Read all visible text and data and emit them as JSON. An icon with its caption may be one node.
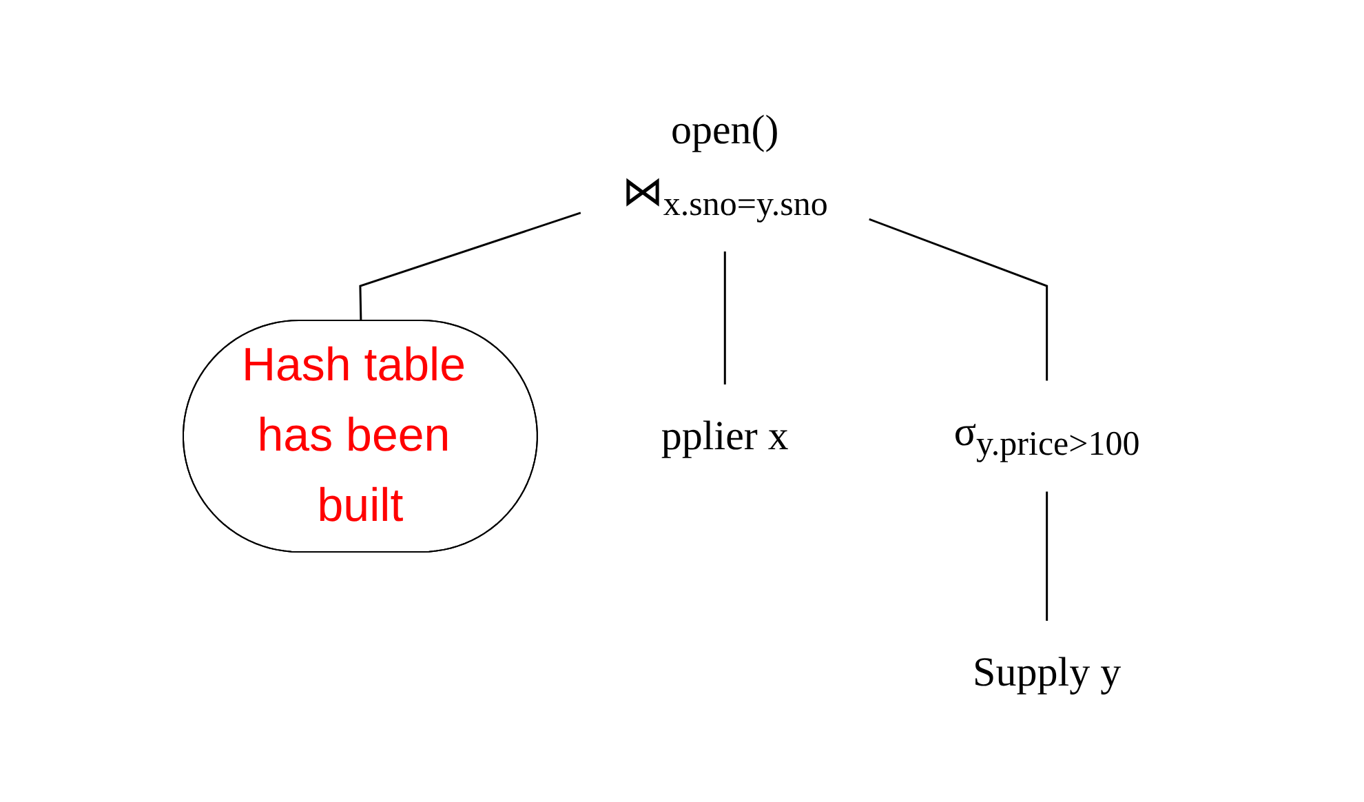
{
  "diagram": {
    "nodes": [
      {
        "text": [
          "⋈$_{x.sno=y.sno}$"
        ],
        "beside": [
          "open()"
        ]
      },
      {
        "text": [
          "Hash table has been built"
        ]
      },
      {
        "text": [
          "pplier x"
        ]
      },
      {
        "text": [
          "σ$_{y.price>100}$"
        ]
      },
      {
        "text": [
          "Supply y"
        ]
      }
    ],
    "edges": [
      {
        "from": 0,
        "to": 2,
        "arrow": "none"
      },
      {
        "from": 0,
        "to": 1,
        "arrow": "none"
      },
      {
        "from": 0,
        "to": 3,
        "arrow": "none"
      },
      {
        "from": 3,
        "to": 4,
        "arrow": "none"
      }
    ]
  }
}
